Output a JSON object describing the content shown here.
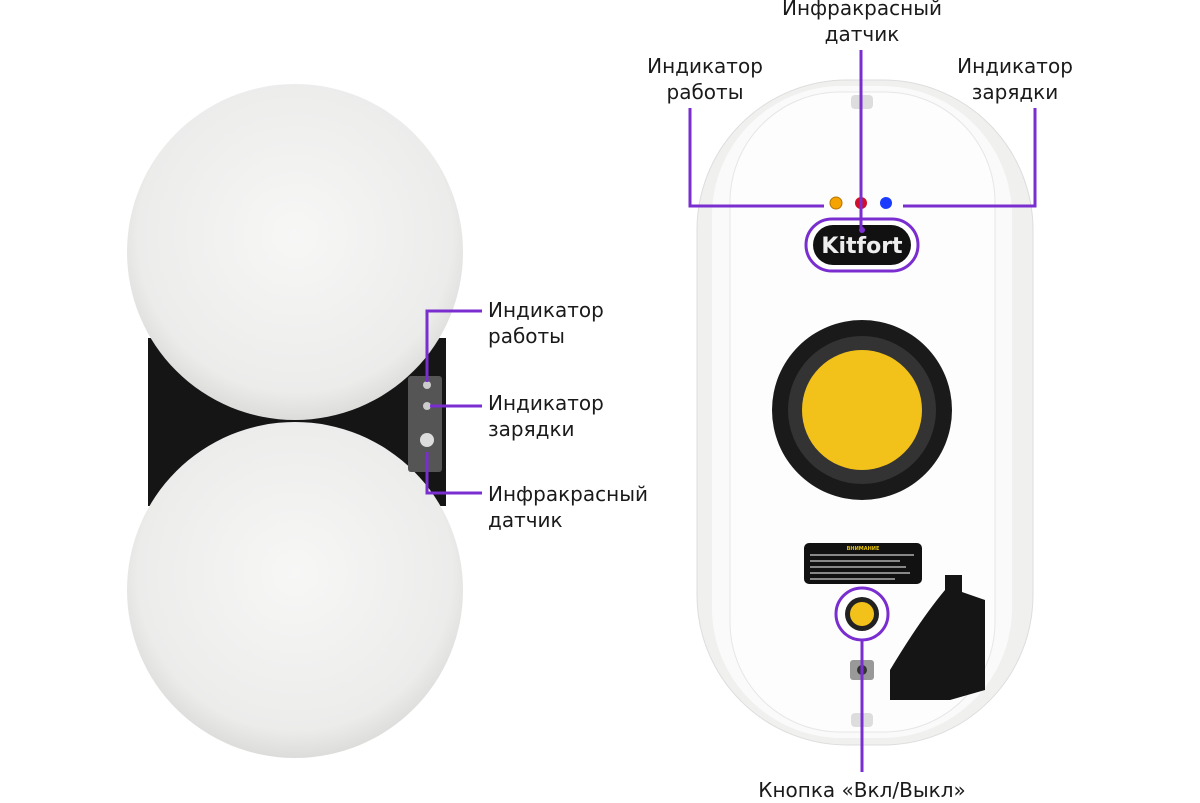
{
  "colors": {
    "accent": "#7a2ed0",
    "pad": "#f1f1f0",
    "yellow": "#f2c21a",
    "body": "#111111",
    "led_work": "#f5a300",
    "led_ir": "#d0102a",
    "led_charge": "#1a3bff"
  },
  "left_view": {
    "labels": [
      {
        "line1": "Индикатор",
        "line2": "работы"
      },
      {
        "line1": "Индикатор",
        "line2": "зарядки"
      },
      {
        "line1": "Инфракрасный",
        "line2": "датчик"
      }
    ]
  },
  "right_view": {
    "top_label": {
      "line1": "Инфракрасный",
      "line2": "датчик"
    },
    "left_label": {
      "line1": "Индикатор",
      "line2": "работы"
    },
    "right_label": {
      "line1": "Индикатор",
      "line2": "зарядки"
    },
    "bottom_label": "Кнопка «Вкл/Выкл»",
    "logo": "Kitfort",
    "sticker_title": "ВНИМАНИЕ"
  }
}
